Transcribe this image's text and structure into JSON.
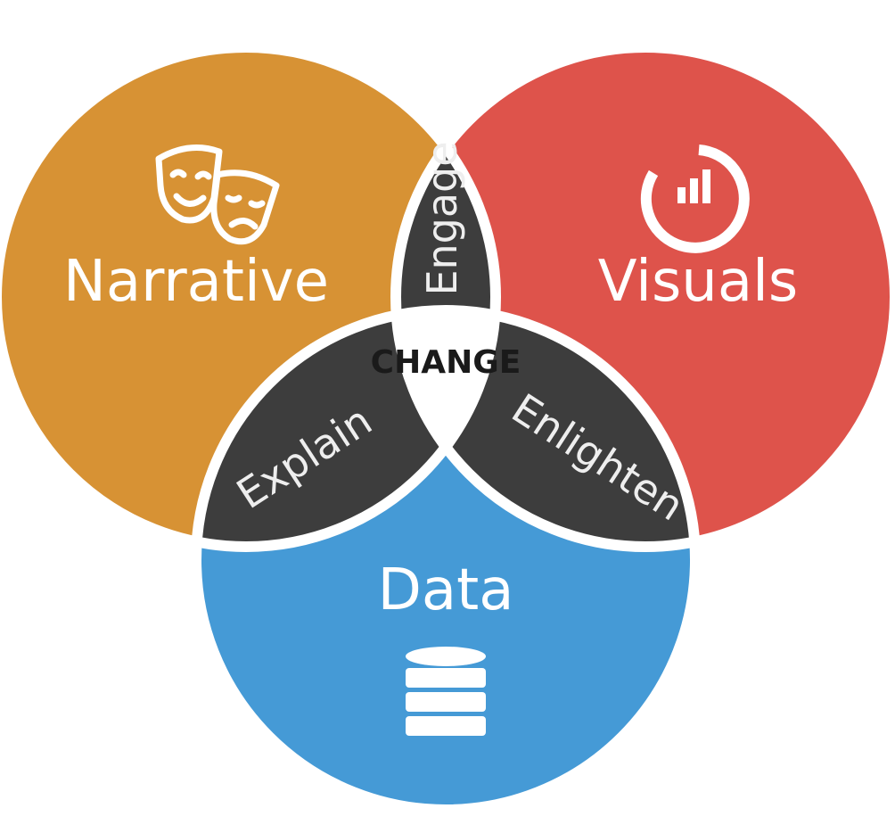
{
  "circles": {
    "narrative": {
      "label": "Narrative",
      "color": "#D79234",
      "icon": "theater-masks-icon"
    },
    "visuals": {
      "label": "Visuals",
      "color": "#DE534B",
      "icon": "chart-icon"
    },
    "data": {
      "label": "Data",
      "color": "#459AD6",
      "icon": "database-icon"
    }
  },
  "overlaps": {
    "narrative_visuals": "Engage",
    "narrative_data": "Explain",
    "visuals_data": "Enlighten",
    "center": "CHANGE"
  },
  "colors": {
    "overlap": "#3D3D3D",
    "center": "#FFFFFF",
    "separator": "#FFFFFF"
  }
}
